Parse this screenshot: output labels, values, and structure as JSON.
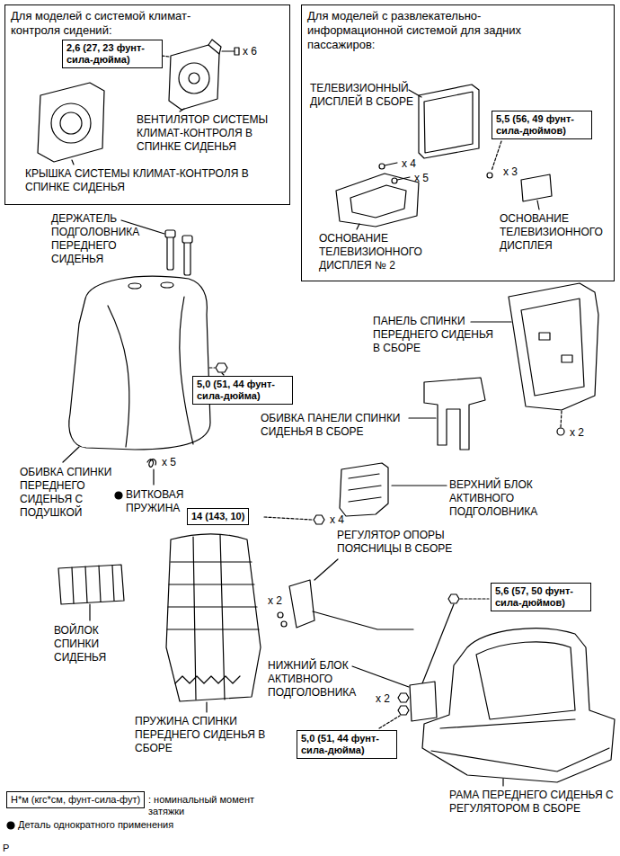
{
  "diagram": {
    "nodes": [
      {
        "text": [
          "Для моделей с системой климат-контроля сидений:"
        ]
      },
      {
        "text": [
          "2,6 (27, 23 фунт-сила-дюйма)"
        ],
        "in": 0
      },
      {
        "text": [
          "Для моделей с развлекательно-информационной системой для задних пассажиров:"
        ]
      },
      {
        "text": [
          "5,5 (56, 49 фунт-сила-дюймов)"
        ],
        "in": 2
      },
      {
        "text": [
          "5,0 (51, 44 фунт-сила-дюйма)"
        ]
      },
      {
        "text": [
          "14 (143, 10)"
        ]
      },
      {
        "text": [
          "5,6 (57, 50 фунт-сила-дюймов)"
        ]
      },
      {
        "text": [
          "5,0 (51, 44 фунт-сила-дюйма)"
        ]
      },
      {
        "text": [
          "Н*м (кгс*см, фунт-сила-фут)"
        ]
      }
    ],
    "labels": [
      "x 6",
      "ВЕНТИЛЯТОР СИСТЕМЫ КЛИМАТ-КОНТРОЛЯ В СПИНКЕ СИДЕНЬЯ",
      "КРЫШКА СИСТЕМЫ КЛИМАТ-КОНТРОЛЯ В СПИНКЕ СИДЕНЬЯ",
      "ТЕЛЕВИЗИОННЫЙ ДИСПЛЕЙ В СБОРЕ",
      "x 4",
      "x 5",
      "x 3",
      "ОСНОВАНИЕ ТЕЛЕВИЗИОННОГО ДИСПЛЕЯ",
      "ОСНОВАНИЕ ТЕЛЕВИЗИОННОГО ДИСПЛЕЯ № 2",
      "ДЕРЖАТЕЛЬ ПОДГОЛОВНИКА ПЕРЕДНЕГО СИДЕНЬЯ",
      "ПАНЕЛЬ СПИНКИ ПЕРЕДНЕГО СИДЕНЬЯ В СБОРЕ",
      "ОБИВКА ПАНЕЛИ СПИНКИ СИДЕНЬЯ В СБОРЕ",
      "x 2",
      "x 5",
      "ОБИВКА СПИНКИ ПЕРЕДНЕГО СИДЕНЬЯ С ПОДУШКОЙ",
      "ВИТКОВАЯ ПРУЖИНА",
      "ВЕРХНИЙ БЛОК АКТИВНОГО ПОДГОЛОВНИКА",
      "x 4",
      "РЕГУЛЯТОР ОПОРЫ ПОЯСНИЦЫ В СБОРЕ",
      "x 2",
      "ВОЙЛОК СПИНКИ СИДЕНЬЯ",
      "НИЖНИЙ БЛОК АКТИВНОГО ПОДГОЛОВНИКА",
      "x 2",
      "ПРУЖИНА СПИНКИ ПЕРЕДНЕГО СИДЕНЬЯ В СБОРЕ",
      "РАМА ПЕРЕДНЕГО СИДЕНЬЯ С РЕГУЛЯТОРОМ В СБОРЕ",
      ": номинальный момент затяжки",
      "P"
    ],
    "legend": [
      {
        "text": "Деталь однократного применения"
      }
    ]
  }
}
